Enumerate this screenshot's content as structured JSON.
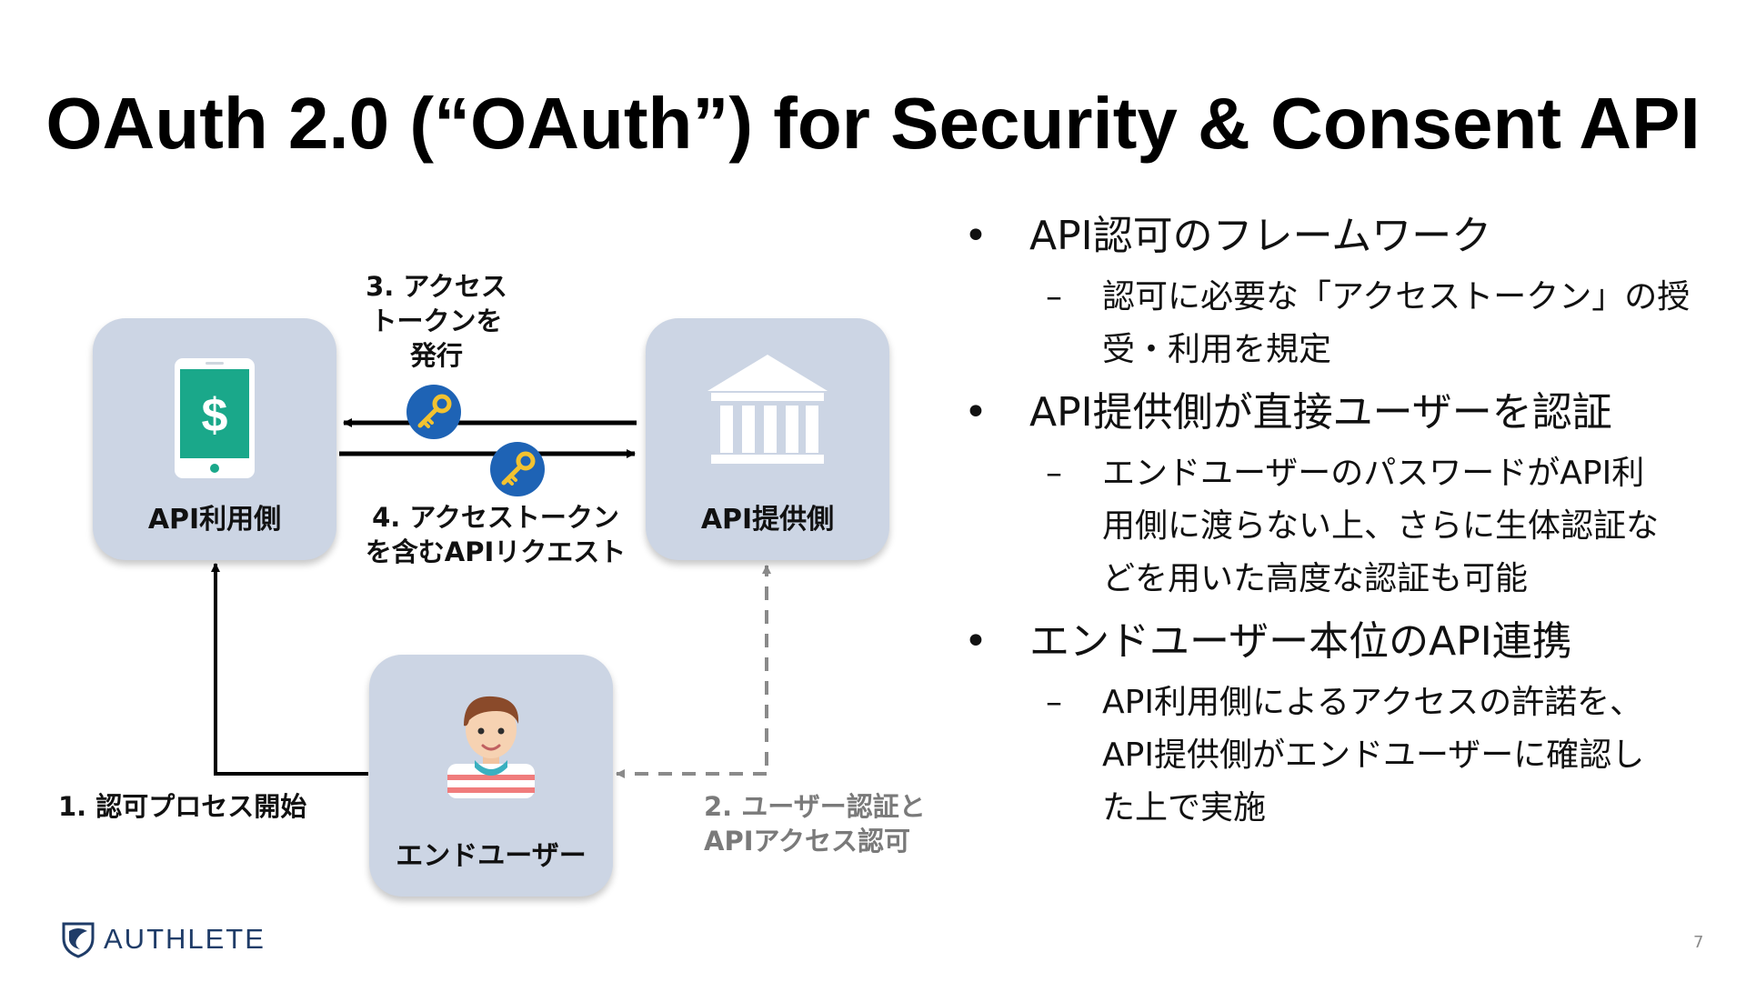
{
  "slide": {
    "title": "OAuth 2.0 (“OAuth”) for Security & Consent API",
    "page_number": "7"
  },
  "diagram": {
    "client_label": "API利用側",
    "provider_label": "API提供側",
    "user_label": "エンドユーザー",
    "step1": [
      "1. 認可プロセス開始"
    ],
    "step2": [
      "2. ユーザー認証と",
      "APIアクセス認可"
    ],
    "step3": [
      "3. アクセス",
      "トークンを",
      "発行"
    ],
    "step4": [
      "4. アクセストークン",
      "を含むAPIリクエスト"
    ],
    "colors": {
      "box": "#ccd5e4",
      "key_badge": "#1e63b5",
      "key": "#f2c230",
      "phone": "#1aa88a",
      "dashed_arrow": "#8a8a8a"
    },
    "icons": [
      "phone-dollar-icon",
      "bank-building-icon",
      "user-avatar-icon",
      "key-icon"
    ]
  },
  "bullets": [
    {
      "text": "API認可のフレームワーク",
      "subs": [
        "認可に必要な「アクセストークン」の授受・利用を規定"
      ],
      "sub_lines": [
        [
          "認可に必要な「アクセストークン」の授",
          "受・利用を規定"
        ]
      ]
    },
    {
      "text": "API提供側が直接ユーザーを認証",
      "sub_lines": [
        [
          "エンドユーザーのパスワードがAPI利",
          "用側に渡らない上、さらに生体認証な",
          "どを用いた高度な認証も可能"
        ]
      ]
    },
    {
      "text": "エンドユーザー本位のAPI連携",
      "sub_lines": [
        [
          "API利用側によるアクセスの許諾を、",
          "API提供側がエンドユーザーに確認し",
          "た上で実施"
        ]
      ]
    }
  ],
  "bullet_marker": "•",
  "sub_marker": "–",
  "logo": {
    "text": "AUTHLETE",
    "icon": "authlete-logo-icon"
  }
}
